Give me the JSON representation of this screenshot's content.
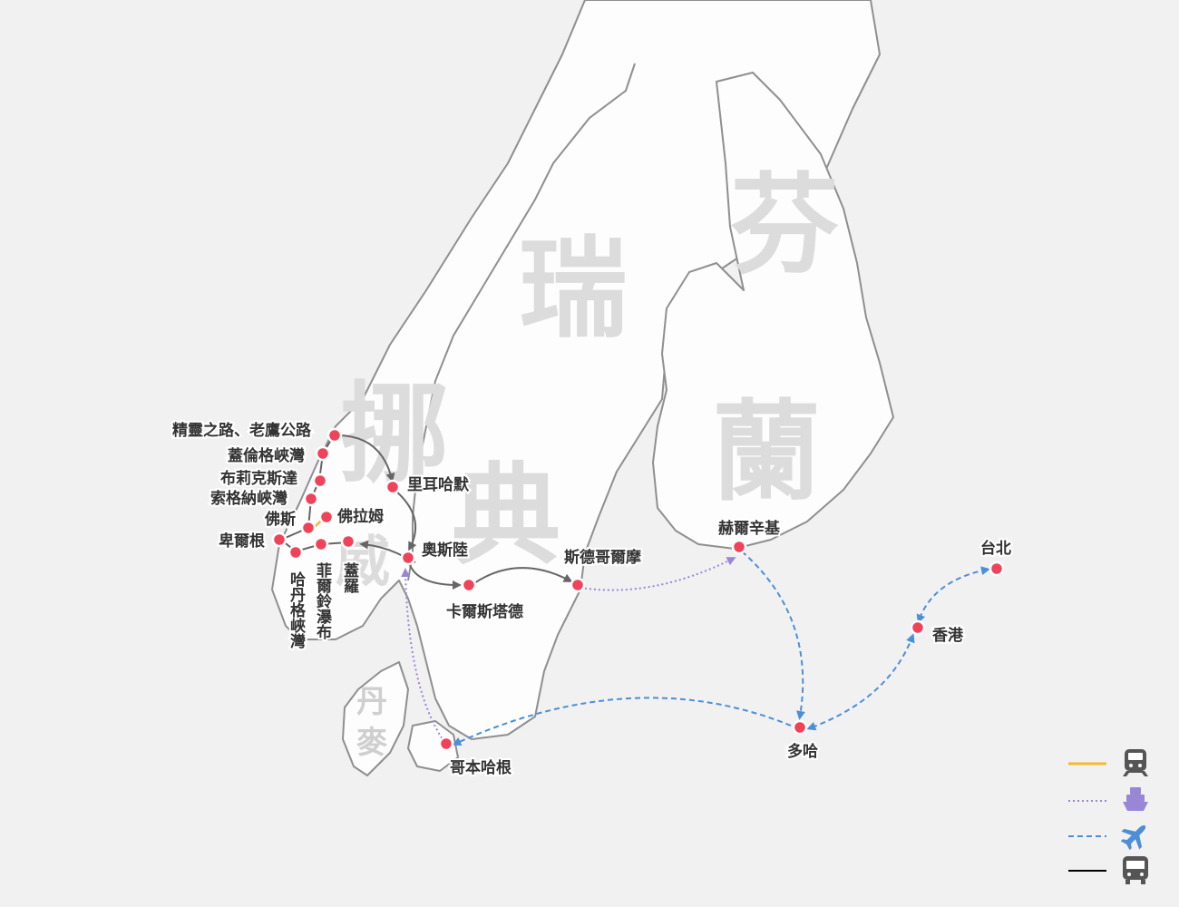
{
  "countries": {
    "sweden_1": "瑞",
    "sweden_2": "典",
    "finland_1": "芬",
    "finland_2": "蘭",
    "norway_1": "挪",
    "norway_2": "威",
    "denmark_1": "丹",
    "denmark_2": "麥"
  },
  "cities": {
    "eagle_road": "精靈之路、老鷹公路",
    "geiranger": "蓋倫格峽灣",
    "briksdal": "布莉克斯達",
    "sognefjord": "索格納峽灣",
    "voss": "佛斯",
    "flam": "佛拉姆",
    "bergen": "卑爾根",
    "hardanger": "哈丹格峽灣",
    "voringfossen": "菲爾鈴瀑布",
    "geilo": "蓋羅",
    "lillehammer": "里耳哈默",
    "oslo": "奧斯陸",
    "karlstad": "卡爾斯塔德",
    "stockholm": "斯德哥爾摩",
    "helsinki": "赫爾辛基",
    "copenhagen": "哥本哈根",
    "doha": "多哈",
    "hongkong": "香港",
    "taipei": "台北"
  },
  "legend": {
    "items": [
      {
        "mode": "train",
        "icon": "train-icon",
        "color": "#f7b731"
      },
      {
        "mode": "ship",
        "icon": "ship-icon",
        "color": "#9a86d6"
      },
      {
        "mode": "flight",
        "icon": "airplane-icon",
        "color": "#4d8fd6"
      },
      {
        "mode": "bus",
        "icon": "bus-icon",
        "color": "#000000"
      }
    ]
  },
  "colors": {
    "city_marker": "#f0435a",
    "bus_route": "#666666",
    "ship_route": "#9a86d6",
    "flight_route": "#4d8fd6",
    "train_route": "#f7b731",
    "country_label": "#dcdcdc",
    "legend_icon": "#555555"
  }
}
